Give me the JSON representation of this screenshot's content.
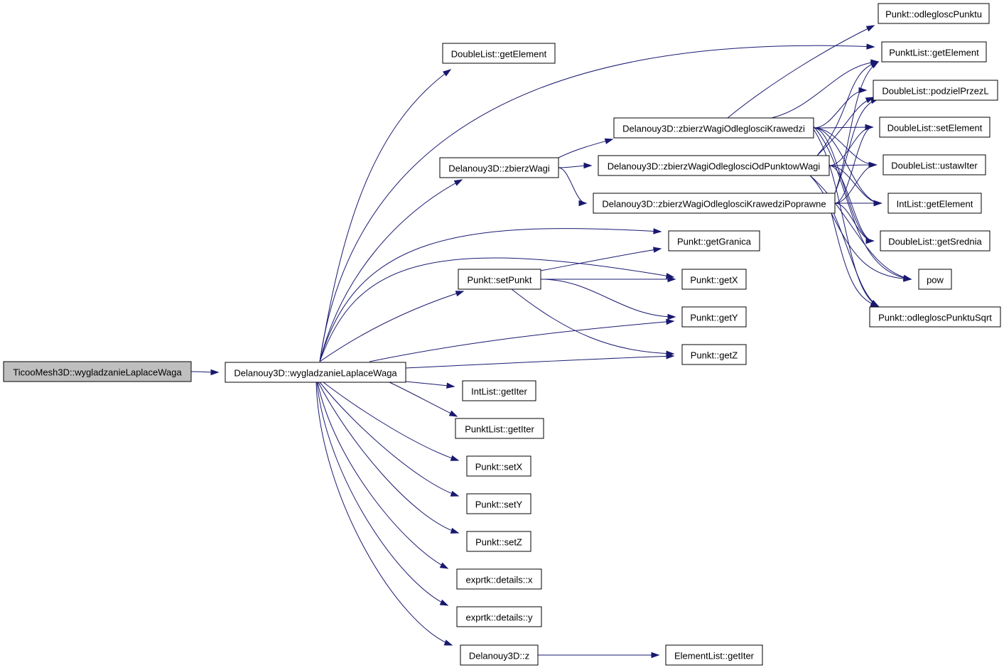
{
  "diagram": {
    "type": "call-graph",
    "colors": {
      "edge": "#191970",
      "root_fill": "#bfbfbf",
      "node_fill": "#ffffff",
      "node_border": "#000000",
      "background": "#ffffff"
    },
    "root": "n0",
    "nodes": [
      {
        "id": "n0",
        "label": "TicooMesh3D::wygladzanieLaplaceWaga"
      },
      {
        "id": "n1",
        "label": "Delanouy3D::wygladzanieLaplaceWaga"
      },
      {
        "id": "n2",
        "label": "DoubleList::getElement"
      },
      {
        "id": "n3",
        "label": "Delanouy3D::zbierzWagi"
      },
      {
        "id": "n4",
        "label": "Punkt::setPunkt"
      },
      {
        "id": "n5",
        "label": "IntList::getIter"
      },
      {
        "id": "n6",
        "label": "PunktList::getIter"
      },
      {
        "id": "n7",
        "label": "Punkt::setX"
      },
      {
        "id": "n8",
        "label": "Punkt::setY"
      },
      {
        "id": "n9",
        "label": "Punkt::setZ"
      },
      {
        "id": "n10",
        "label": "exprtk::details::x"
      },
      {
        "id": "n11",
        "label": "exprtk::details::y"
      },
      {
        "id": "n12",
        "label": "Delanouy3D::z"
      },
      {
        "id": "n13",
        "label": "Delanouy3D::zbierzWagiOdleglosciKrawedzi"
      },
      {
        "id": "n14",
        "label": "Delanouy3D::zbierzWagiOdleglosciOdPunktowWagi"
      },
      {
        "id": "n15",
        "label": "Delanouy3D::zbierzWagiOdleglosciKrawedziPoprawne"
      },
      {
        "id": "n16",
        "label": "Punkt::getGranica"
      },
      {
        "id": "n17",
        "label": "Punkt::getX"
      },
      {
        "id": "n18",
        "label": "Punkt::getY"
      },
      {
        "id": "n19",
        "label": "Punkt::getZ"
      },
      {
        "id": "n20",
        "label": "ElementList::getIter"
      },
      {
        "id": "n21",
        "label": "Punkt::odlegloscPunktu"
      },
      {
        "id": "n22",
        "label": "PunktList::getElement"
      },
      {
        "id": "n23",
        "label": "DoubleList::podzielPrzezL"
      },
      {
        "id": "n24",
        "label": "DoubleList::setElement"
      },
      {
        "id": "n25",
        "label": "DoubleList::ustawIter"
      },
      {
        "id": "n26",
        "label": "IntList::getElement"
      },
      {
        "id": "n27",
        "label": "DoubleList::getSrednia"
      },
      {
        "id": "n28",
        "label": "pow"
      },
      {
        "id": "n29",
        "label": "Punkt::odlegloscPunktuSqrt"
      }
    ],
    "edges": [
      [
        "n0",
        "n1"
      ],
      [
        "n1",
        "n2"
      ],
      [
        "n1",
        "n22"
      ],
      [
        "n1",
        "n3"
      ],
      [
        "n1",
        "n16"
      ],
      [
        "n1",
        "n17"
      ],
      [
        "n1",
        "n4"
      ],
      [
        "n1",
        "n18"
      ],
      [
        "n1",
        "n19"
      ],
      [
        "n1",
        "n5"
      ],
      [
        "n1",
        "n6"
      ],
      [
        "n1",
        "n7"
      ],
      [
        "n1",
        "n8"
      ],
      [
        "n1",
        "n9"
      ],
      [
        "n1",
        "n10"
      ],
      [
        "n1",
        "n11"
      ],
      [
        "n1",
        "n12"
      ],
      [
        "n3",
        "n13"
      ],
      [
        "n3",
        "n14"
      ],
      [
        "n3",
        "n15"
      ],
      [
        "n4",
        "n16"
      ],
      [
        "n4",
        "n17"
      ],
      [
        "n4",
        "n18"
      ],
      [
        "n4",
        "n19"
      ],
      [
        "n12",
        "n20"
      ],
      [
        "n13",
        "n21"
      ],
      [
        "n13",
        "n22"
      ],
      [
        "n13",
        "n23"
      ],
      [
        "n13",
        "n24"
      ],
      [
        "n13",
        "n25"
      ],
      [
        "n13",
        "n26"
      ],
      [
        "n13",
        "n27"
      ],
      [
        "n13",
        "n28"
      ],
      [
        "n13",
        "n29"
      ],
      [
        "n14",
        "n22"
      ],
      [
        "n14",
        "n23"
      ],
      [
        "n14",
        "n24"
      ],
      [
        "n14",
        "n25"
      ],
      [
        "n14",
        "n26"
      ],
      [
        "n14",
        "n27"
      ],
      [
        "n14",
        "n28"
      ],
      [
        "n14",
        "n29"
      ],
      [
        "n15",
        "n22"
      ],
      [
        "n15",
        "n23"
      ],
      [
        "n15",
        "n24"
      ],
      [
        "n15",
        "n25"
      ],
      [
        "n15",
        "n26"
      ],
      [
        "n15",
        "n27"
      ],
      [
        "n15",
        "n28"
      ],
      [
        "n15",
        "n29"
      ]
    ]
  }
}
